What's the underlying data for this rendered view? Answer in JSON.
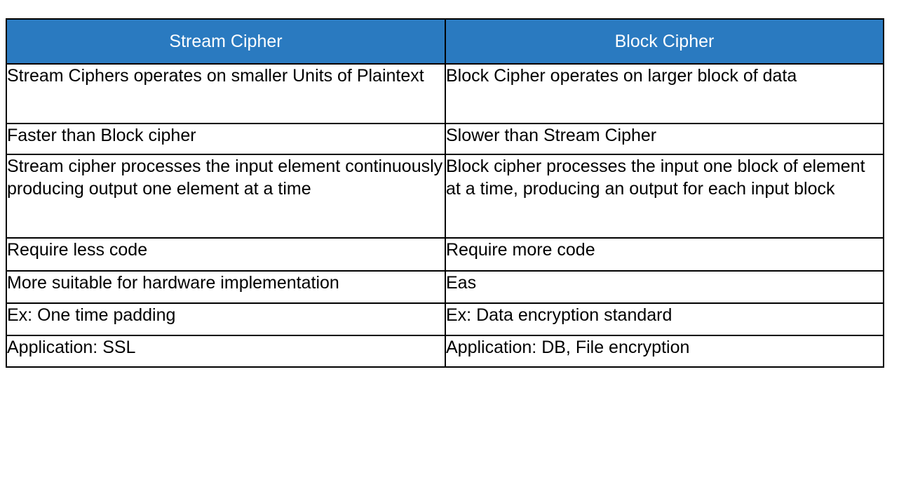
{
  "table": {
    "headers": [
      {
        "label": "Stream Cipher"
      },
      {
        "label": "Block Cipher"
      }
    ],
    "rows": [
      {
        "left": "Stream Ciphers operates on smaller Units of Plaintext",
        "right": "Block Cipher operates on larger block of data"
      },
      {
        "left": "Faster than Block cipher",
        "right": "Slower than Stream Cipher"
      },
      {
        "left": "Stream cipher processes the input element continuously producing output one element at a time",
        "right": "Block cipher processes the input one block of element at a time, producing an output for each input block"
      },
      {
        "left": "Require less code",
        "right": "Require more code"
      },
      {
        "left": "More suitable for hardware implementation",
        "right": "Eas"
      },
      {
        "left": "Ex: One time padding",
        "right": "Ex: Data encryption standard"
      },
      {
        "left": "Application: SSL",
        "right": "Application: DB, File encryption"
      }
    ]
  },
  "colors": {
    "header_background": "#2A7AC0",
    "header_text": "#FFFFFF",
    "border": "#000000",
    "cell_background": "#FFFFFF",
    "cell_text": "#000000"
  }
}
